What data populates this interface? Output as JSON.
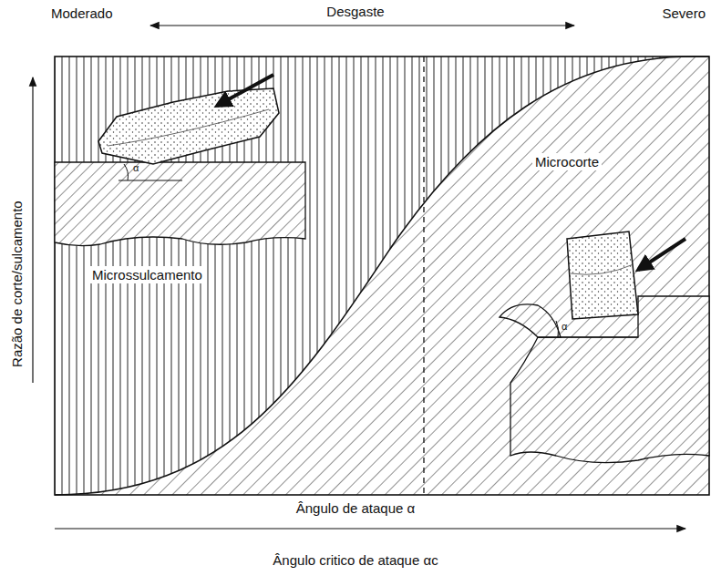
{
  "diagram": {
    "labels": [
      "Desgaste",
      "Moderado",
      "Severo",
      "Microcorte",
      "Microssulcamento",
      "Razão de corte/sulcamento",
      "Ângulo de ataque α",
      "Ângulo critico de ataque αc",
      "α",
      "α"
    ]
  }
}
